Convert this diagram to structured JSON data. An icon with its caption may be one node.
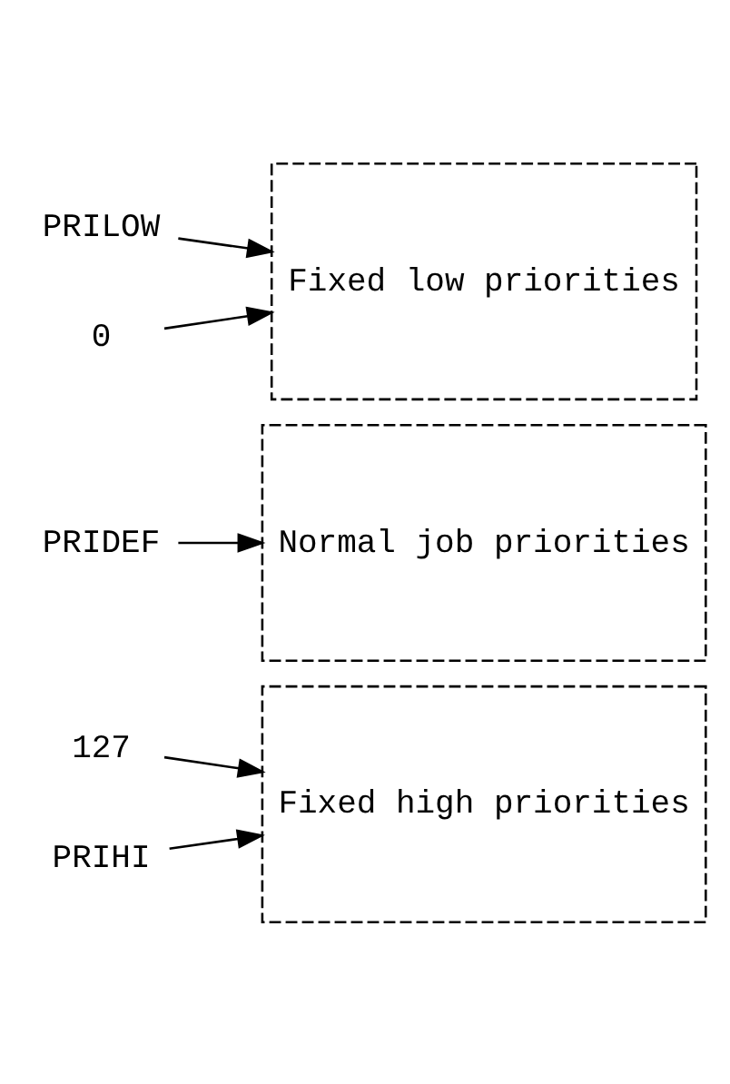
{
  "diagram": {
    "nodes": [
      {
        "text": [
          "Fixed high priorities"
        ]
      },
      {
        "text": [
          "127"
        ]
      },
      {
        "text": [
          "PRIHI"
        ]
      },
      {
        "text": [
          "Normal job priorities"
        ]
      },
      {
        "text": [
          "PRIDEF"
        ]
      },
      {
        "text": [
          "Fixed low priorities"
        ]
      },
      {
        "text": [
          "PRILOW"
        ]
      },
      {
        "text": [
          "0"
        ]
      }
    ],
    "edges": [
      {
        "from": 1,
        "to": 0,
        "arrow": "to"
      },
      {
        "from": 2,
        "to": 0,
        "arrow": "to"
      },
      {
        "from": 4,
        "to": 3,
        "arrow": "to"
      },
      {
        "from": 6,
        "to": 5,
        "arrow": "to"
      },
      {
        "from": 7,
        "to": 5,
        "arrow": "to"
      }
    ]
  }
}
